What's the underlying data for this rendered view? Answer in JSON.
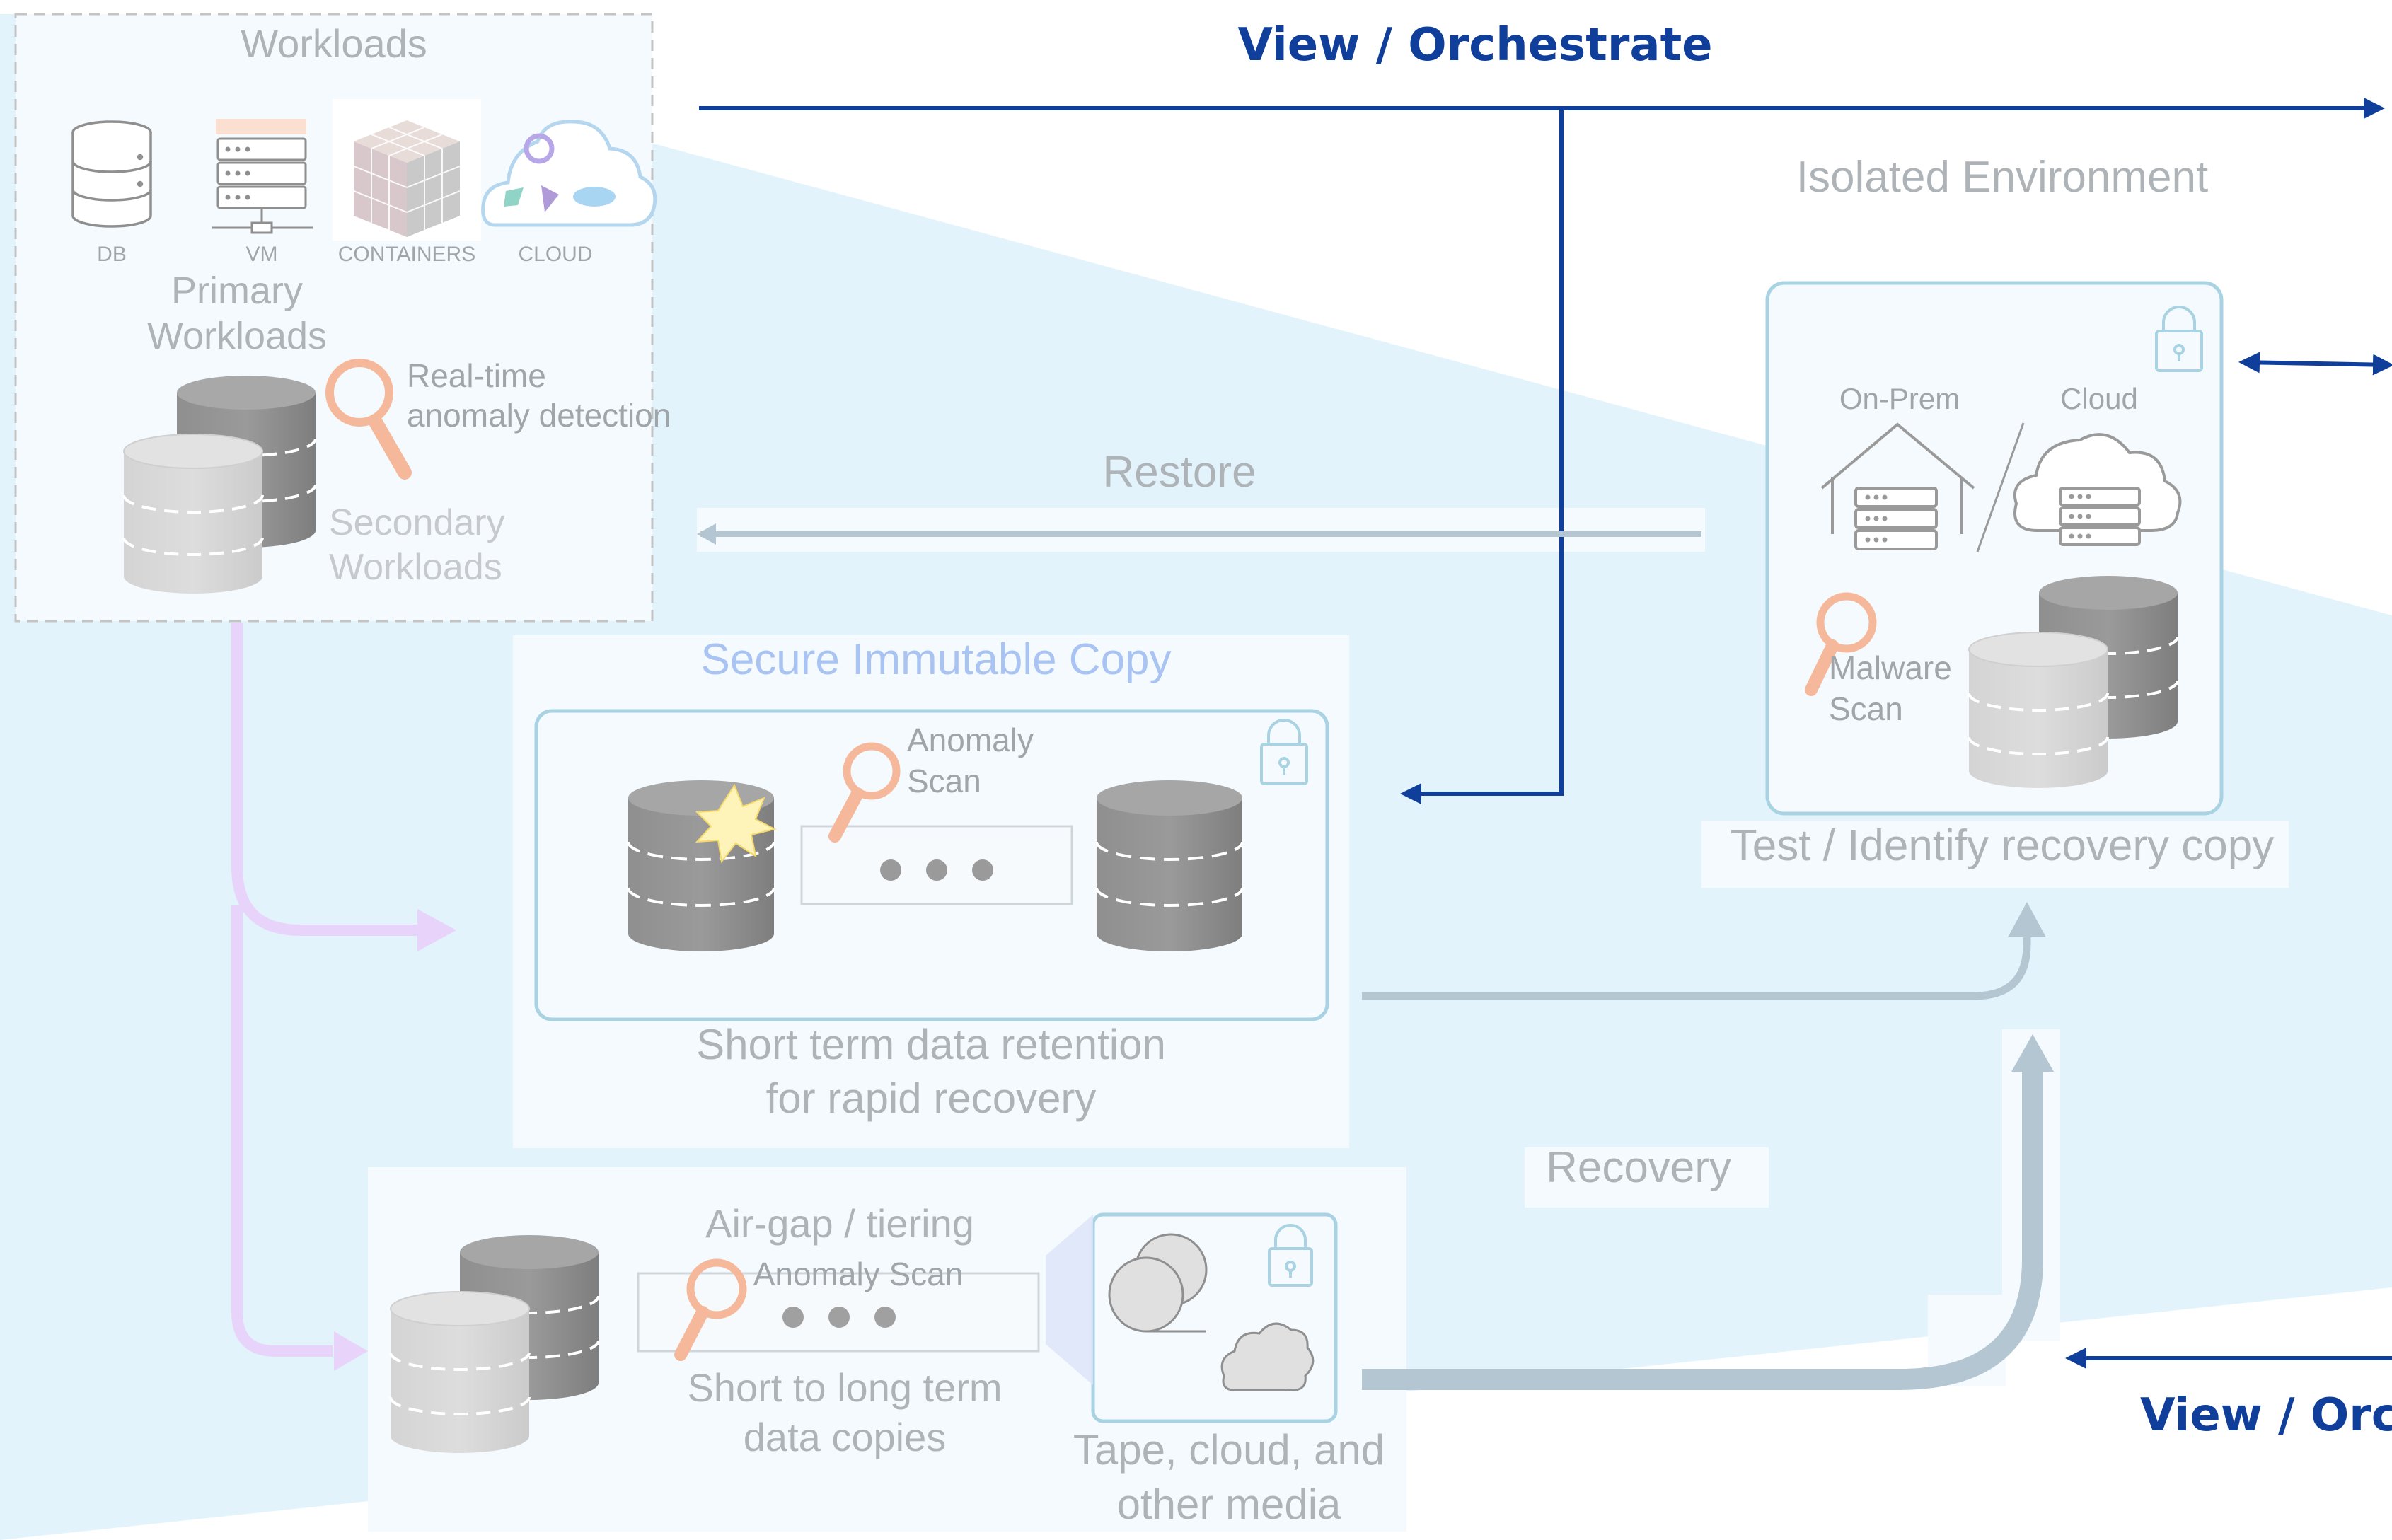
{
  "diagram": {
    "top_flow_label": "View / Orchestrate",
    "bottom_flow_label": "View / Orche",
    "restore_label": "Restore",
    "recovery_label": "Recovery",
    "workloads": {
      "title": "Workloads",
      "icons": [
        {
          "label": "DB",
          "icon": "database-icon"
        },
        {
          "label": "VM",
          "icon": "server-icon"
        },
        {
          "label": "CONTAINERS",
          "icon": "containers-icon"
        },
        {
          "label": "CLOUD",
          "icon": "cloud-apps-icon"
        }
      ],
      "primary_line1": "Primary",
      "primary_line2": "Workloads",
      "detection_line1": "Real-time",
      "detection_line2": "anomaly detection",
      "secondary_line1": "Secondary",
      "secondary_line2": "Workloads"
    },
    "secure_copy": {
      "title": "Secure Immutable Copy",
      "scan_line1": "Anomaly",
      "scan_line2": "Scan",
      "caption_line1": "Short term data retention",
      "caption_line2": "for rapid recovery"
    },
    "airgap": {
      "title": "Air-gap / tiering",
      "scan_label": "Anomaly Scan",
      "caption_line1": "Short to long term",
      "caption_line2": "data copies",
      "media_line1": "Tape, cloud, and",
      "media_line2": "other media"
    },
    "isolated": {
      "title": "Isolated Environment",
      "onprem_label": "On-Prem",
      "cloud_label": "Cloud",
      "scan_line1": "Malware",
      "scan_line2": "Scan",
      "caption": "Test / Identify recovery copy"
    },
    "colors": {
      "orchestrate_blue": "#0f3f9a",
      "background_blue": "#e3f3fb",
      "purple_flow": "#e8d4fa",
      "gray_flow": "#b3c6d2",
      "magnifier_orange": "#f6b89a",
      "teal_border": "#a9d3e3"
    }
  }
}
